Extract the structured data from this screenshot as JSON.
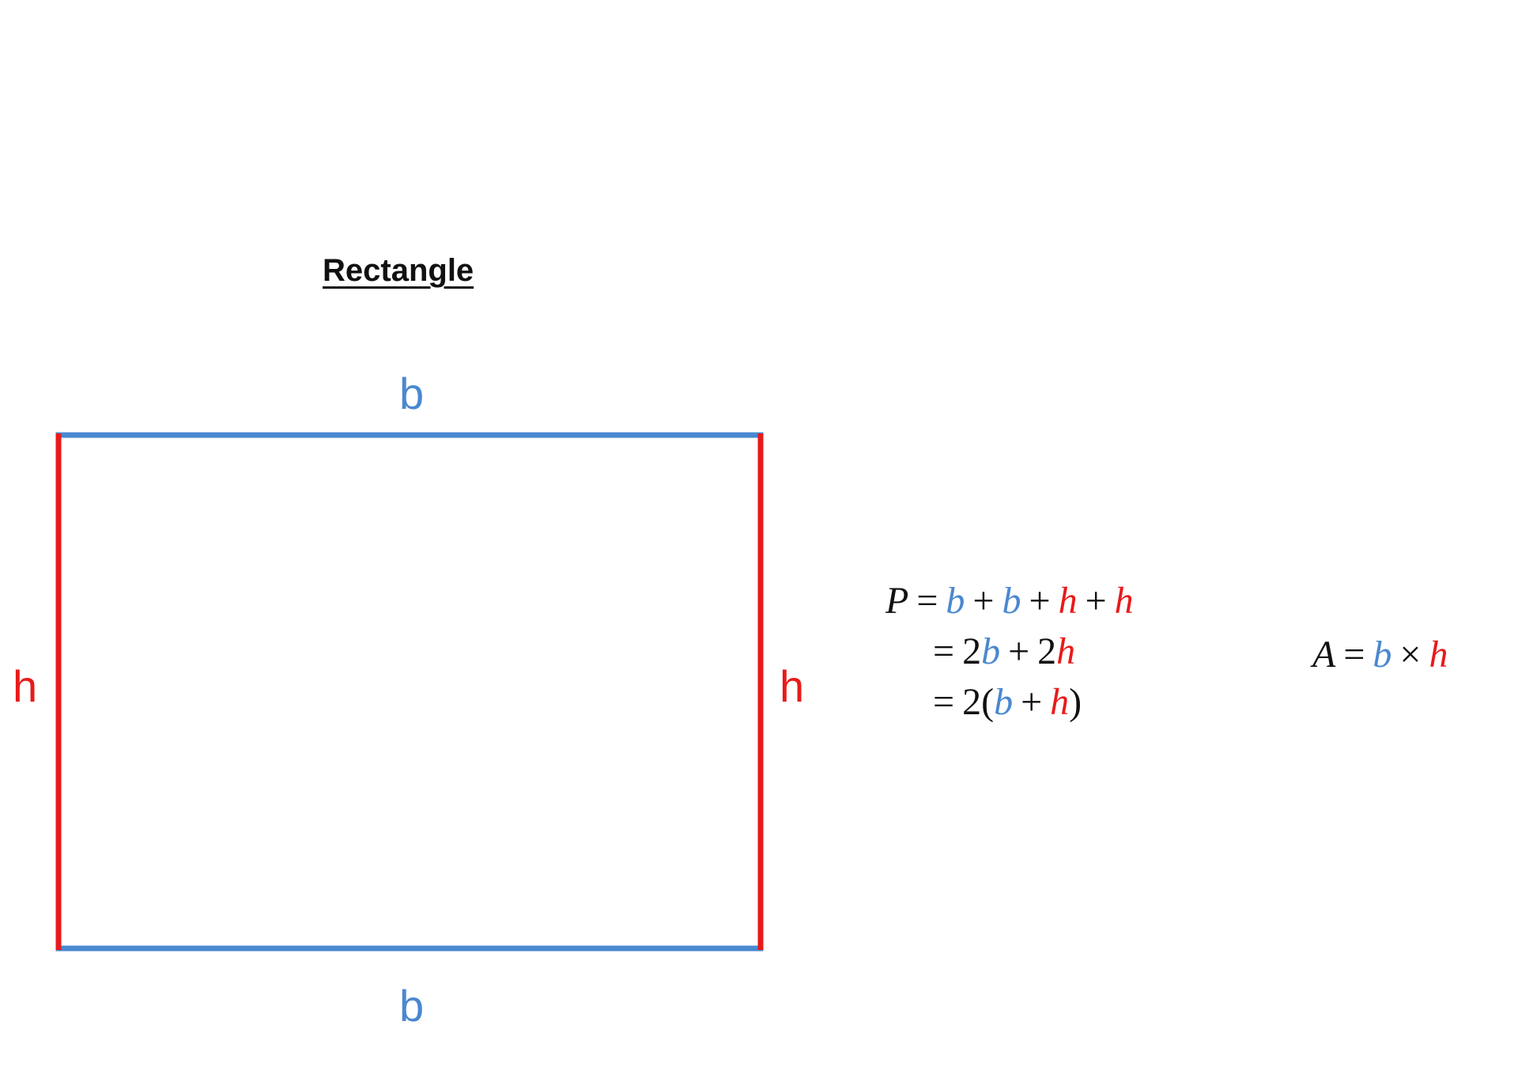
{
  "title": "Rectangle",
  "labels": {
    "top": "b",
    "bottom": "b",
    "left": "h",
    "right": "h"
  },
  "colors": {
    "base": "#4a88d0",
    "height": "#e81a1a",
    "text": "#111111"
  },
  "perimeter": {
    "lhs": "P",
    "eq": "=",
    "plus": "+",
    "two": "2",
    "open_paren": "(",
    "close_paren": ")",
    "b": "b",
    "h": "h"
  },
  "area": {
    "lhs": "A",
    "eq": "=",
    "times": "×",
    "b": "b",
    "h": "h"
  }
}
